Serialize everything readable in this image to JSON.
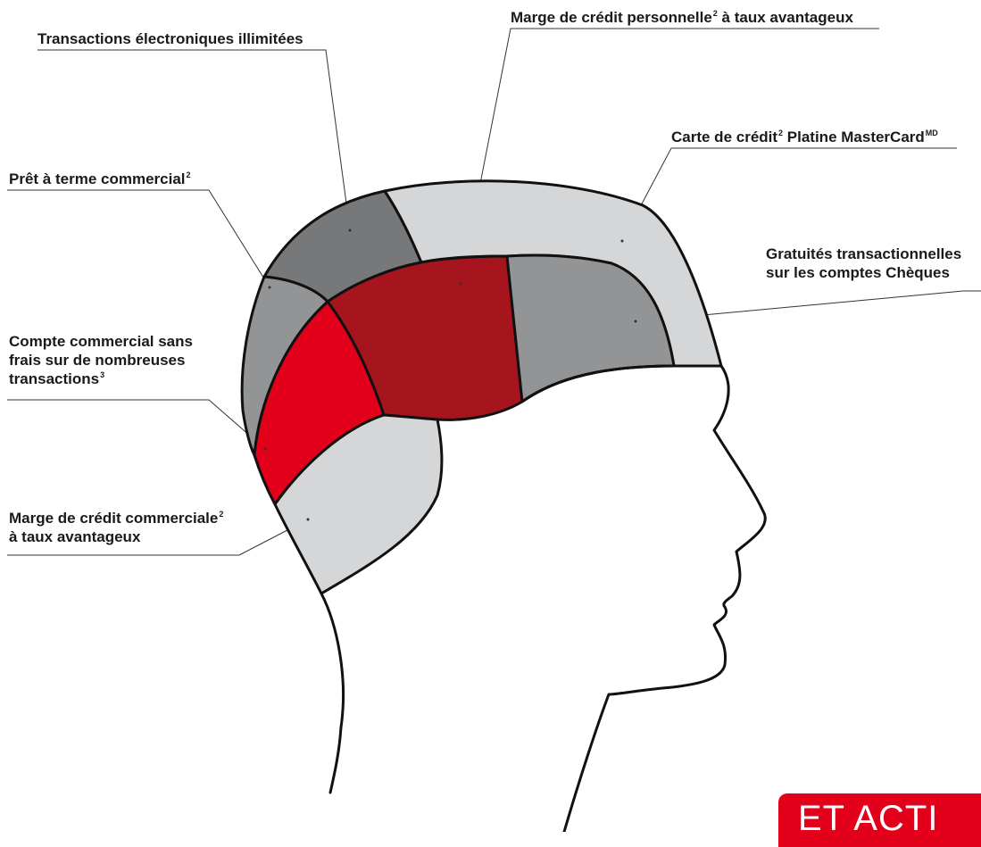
{
  "labels": {
    "transactions_electroniques": {
      "text": "Transactions électroniques illimitées",
      "sup": ""
    },
    "marge_personnelle": {
      "text": "Marge de crédit personnelle",
      "sup": "2",
      "tail": " à taux avantageux"
    },
    "carte_credit": {
      "text": "Carte de crédit",
      "sup": "2",
      "tail": " Platine MasterCard",
      "sup2": "MD"
    },
    "pret_terme": {
      "text": "Prêt à terme commercial",
      "sup": "2"
    },
    "gratuites": {
      "line1": "Gratuités transactionnelles",
      "line2": "sur les comptes Chèques"
    },
    "compte_commercial": {
      "line1": "Compte commercial sans",
      "line2": "frais sur de nombreuses",
      "line3": "transactions",
      "sup": "3"
    },
    "marge_commerciale": {
      "line1": "Marge de crédit commerciale",
      "sup": "2",
      "line2": "à taux avantageux"
    }
  },
  "badge_text": "ET ACTI",
  "colors": {
    "dark_gray": "#777879",
    "mid_gray": "#939495",
    "light_gray": "#d5d6d8",
    "dark_red": "#a6151e",
    "bright_red": "#e2001a",
    "outline": "#111111",
    "leader": "#333333"
  }
}
